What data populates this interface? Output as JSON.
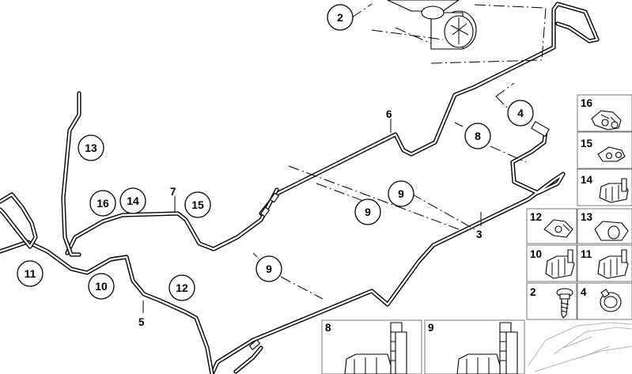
{
  "callouts": [
    {
      "id": "c2",
      "text": "2"
    },
    {
      "id": "c4",
      "text": "4"
    },
    {
      "id": "c8",
      "text": "8"
    },
    {
      "id": "c9a",
      "text": "9"
    },
    {
      "id": "c9b",
      "text": "9"
    },
    {
      "id": "c9c",
      "text": "9"
    },
    {
      "id": "c13",
      "text": "13"
    },
    {
      "id": "c16",
      "text": "16"
    },
    {
      "id": "c14",
      "text": "14"
    },
    {
      "id": "c15",
      "text": "15"
    },
    {
      "id": "c11",
      "text": "11"
    },
    {
      "id": "c10",
      "text": "10"
    },
    {
      "id": "c12",
      "text": "12"
    }
  ],
  "labels": [
    {
      "id": "l6",
      "text": "6"
    },
    {
      "id": "l7",
      "text": "7"
    },
    {
      "id": "l3",
      "text": "3"
    },
    {
      "id": "l5",
      "text": "5"
    }
  ],
  "parts_panel": [
    {
      "id": "p16",
      "text": "16",
      "icon": "double-pipe-clip-icon"
    },
    {
      "id": "p15",
      "text": "15",
      "icon": "pipe-clip-icon"
    },
    {
      "id": "p14",
      "text": "14",
      "icon": "pipe-holder-icon"
    },
    {
      "id": "p12",
      "text": "12",
      "icon": "single-clip-icon"
    },
    {
      "id": "p13",
      "text": "13",
      "icon": "cable-clip-icon"
    },
    {
      "id": "p10",
      "text": "10",
      "icon": "pipe-holder-icon"
    },
    {
      "id": "p11",
      "text": "11",
      "icon": "pipe-holder-icon"
    },
    {
      "id": "p2",
      "text": "2",
      "icon": "screw-icon"
    },
    {
      "id": "p4",
      "text": "4",
      "icon": "hose-clamp-icon"
    },
    {
      "id": "p8",
      "text": "8",
      "icon": "multi-pipe-holder-icon"
    },
    {
      "id": "p9",
      "text": "9",
      "icon": "multi-pipe-holder-icon"
    }
  ],
  "car_icon": "car-silhouette-icon"
}
